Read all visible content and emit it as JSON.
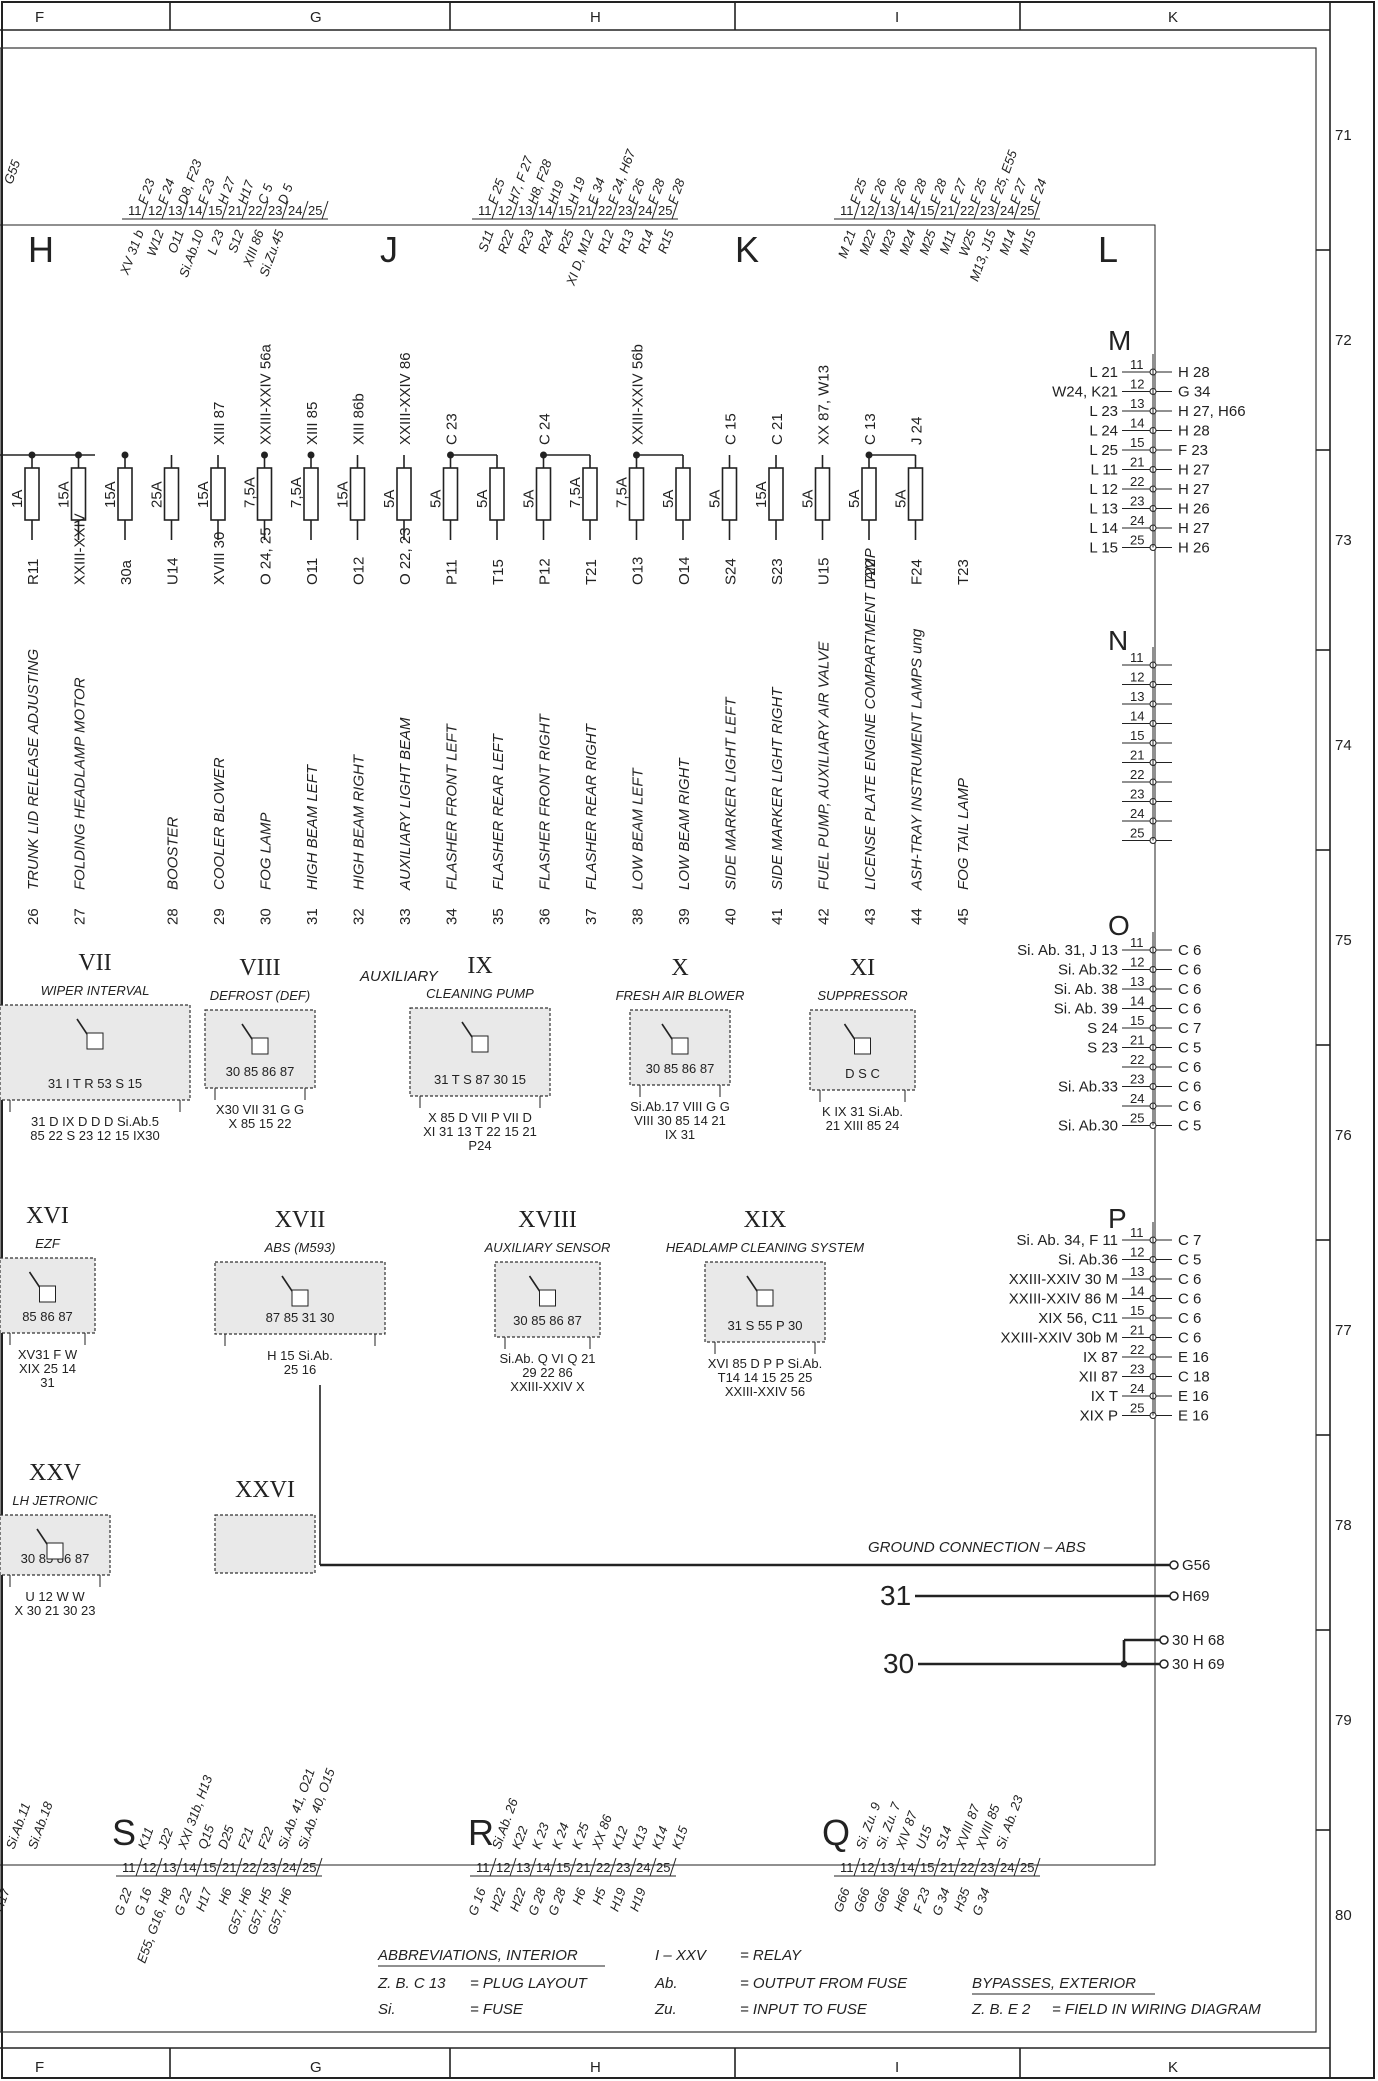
{
  "grid": {
    "columns": [
      "F",
      "G",
      "H",
      "I",
      "K"
    ],
    "rows": [
      "71",
      "72",
      "73",
      "74",
      "75",
      "76",
      "77",
      "78",
      "79",
      "80"
    ]
  },
  "plug_letters": {
    "H": "H",
    "J": "J",
    "K": "K",
    "L": "L",
    "M": "M",
    "N": "N",
    "O": "O",
    "P": "P",
    "S": "S",
    "R": "R",
    "Q": "Q"
  },
  "top_wires": {
    "H_group": [
      "F 23",
      "F 24",
      "D8, F23",
      "F 23",
      "H 27",
      "H17",
      "C 5",
      "D 5"
    ],
    "K_group": [
      "F 25",
      "H7, F 27",
      "H8, F28",
      "H19",
      "H 19",
      "E 34",
      "F 24, H67",
      "F 26",
      "F 28",
      "F 28"
    ],
    "L_group": [
      "F 25",
      "F 26",
      "F 26",
      "F 28",
      "F 28",
      "F 27",
      "F 25",
      "F 25, E55",
      "F 27",
      "F 24"
    ],
    "G55": "G55",
    "H_sub": [
      "XV 31 b",
      "W12",
      "O11",
      "Si.Ab.10",
      "L 23",
      "S12",
      "XIII 86",
      "Si.Zu.45"
    ],
    "K_sub": [
      "S11",
      "R22",
      "R23",
      "R24",
      "R25",
      "XI D, M12",
      "R12",
      "R13",
      "R14",
      "R15"
    ],
    "L_sub": [
      "M 21",
      "M22",
      "M23",
      "M24",
      "M25",
      "M11",
      "W25",
      "M13, J15",
      "M14",
      "M15"
    ],
    "pin_numbers": [
      "11",
      "12",
      "13",
      "14",
      "15",
      "21",
      "22",
      "23",
      "24",
      "25"
    ]
  },
  "fuses": [
    {
      "rating": "1A",
      "top": "",
      "bottom": "R11",
      "no": "26",
      "desc": "TRUNK LID RELEASE ADJUSTING"
    },
    {
      "rating": "15A",
      "top": "",
      "bottom": "XXIII-XXIV",
      "no": "27",
      "desc": "FOLDING HEADLAMP MOTOR"
    },
    {
      "rating": "15A",
      "top": "",
      "bottom": "30a",
      "no": "",
      "desc": ""
    },
    {
      "rating": "25A",
      "top": "",
      "bottom": "U14",
      "no": "28",
      "desc": "BOOSTER"
    },
    {
      "rating": "15A",
      "top": "XIII 87",
      "bottom": "XVIII 30",
      "no": "29",
      "desc": "COOLER BLOWER"
    },
    {
      "rating": "7,5A",
      "top": "XXIII-XXIV 56a",
      "bottom": "O 24, 25",
      "no": "30",
      "desc": "FOG LAMP"
    },
    {
      "rating": "7,5A",
      "top": "XIII 85",
      "bottom": "O11",
      "no": "31",
      "desc": "HIGH BEAM LEFT"
    },
    {
      "rating": "15A",
      "top": "XIII 86b",
      "bottom": "O12",
      "no": "32",
      "desc": "HIGH BEAM RIGHT"
    },
    {
      "rating": "5A",
      "top": "XXIII-XXIV 86",
      "bottom": "O 22, 23",
      "no": "33",
      "desc": "AUXILIARY LIGHT BEAM"
    },
    {
      "rating": "5A",
      "top": "C 23",
      "bottom": "P11",
      "no": "34",
      "desc": "FLASHER FRONT LEFT"
    },
    {
      "rating": "5A",
      "top": "",
      "bottom": "T15",
      "no": "35",
      "desc": "FLASHER REAR LEFT"
    },
    {
      "rating": "5A",
      "top": "C 24",
      "bottom": "P12",
      "no": "36",
      "desc": "FLASHER FRONT RIGHT"
    },
    {
      "rating": "7,5A",
      "top": "",
      "bottom": "T21",
      "no": "37",
      "desc": "FLASHER REAR RIGHT"
    },
    {
      "rating": "7,5A",
      "top": "XXIII-XXIV 56b",
      "bottom": "O13",
      "no": "38",
      "desc": "LOW BEAM LEFT"
    },
    {
      "rating": "5A",
      "top": "",
      "bottom": "O14",
      "no": "39",
      "desc": "LOW BEAM RIGHT"
    },
    {
      "rating": "5A",
      "top": "C 15",
      "bottom": "S24",
      "no": "40",
      "desc": "SIDE MARKER LIGHT LEFT"
    },
    {
      "rating": "15A",
      "top": "C 21",
      "bottom": "S23",
      "no": "41",
      "desc": "SIDE MARKER LIGHT RIGHT"
    },
    {
      "rating": "5A",
      "top": "XX 87, W13",
      "bottom": "U15",
      "no": "42",
      "desc": "FUEL PUMP, AUXILIARY AIR VALVE"
    },
    {
      "rating": "5A",
      "top": "C 13",
      "bottom": "T22",
      "no": "43",
      "desc": "LICENSE PLATE ENGINE COMPARTMENT LAMP"
    },
    {
      "rating": "5A",
      "top": "J 24",
      "bottom": "F24",
      "no": "44",
      "desc": "ASH-TRAY INSTRUMENT LAMPS ung"
    },
    {
      "rating": "",
      "top": "",
      "bottom": "T23",
      "no": "45",
      "desc": "FOG TAIL LAMP"
    }
  ],
  "relays": [
    {
      "num": "VII",
      "title": "WIPER INTERVAL",
      "pins": "31 I T R 53 S 15",
      "wires": "31  D IX D D D Si.Ab.5 / 85 22 S 23 12 15 IX30"
    },
    {
      "num": "VIII",
      "title": "DEFROST (DEF)",
      "pins": "30 85 86 87",
      "wires": "X30 VII 31 G G / X 85 15 22"
    },
    {
      "num": "IX",
      "title": "CLEANING PUMP",
      "pre": "AUXILIARY",
      "pins": "31 T S 87 30 15",
      "wires": "X 85 D VII P VII D / XI 31 13 T 22 15 21 / P24"
    },
    {
      "num": "X",
      "title": "FRESH AIR BLOWER",
      "pins": "30 85 86 87",
      "wires": "Si.Ab.17 VIII G G / VIII 30 85 14 21 / IX 31"
    },
    {
      "num": "XI",
      "title": "SUPPRESSOR",
      "pins": "D S C",
      "wires": "K IX 31 Si.Ab. / 21 XIII 85 24"
    },
    {
      "num": "XVI",
      "title": "EZF",
      "pins": "85 86 87",
      "wires": "XV31 F W / XIX 25 14 / 31"
    },
    {
      "num": "XVII",
      "title": "ABS (M593)",
      "pins": "87 85 31 30",
      "wires": "H 15 Si.Ab. / 25 16"
    },
    {
      "num": "XVIII",
      "title": "AUXILIARY SENSOR",
      "pins": "30 85 86 87",
      "wires": "Si.Ab. Q VI Q 21 / 29 22 86 / XXIII-XXIV X"
    },
    {
      "num": "XIX",
      "title": "HEADLAMP CLEANING SYSTEM",
      "pins": "31 S 55 P 30",
      "wires": "XVI 85 D P P Si.Ab. / T14 14 15 25 25 / XXIII-XXIV 56"
    },
    {
      "num": "XXV",
      "title": "LH JETRONIC",
      "pins": "30 85 86 87",
      "wires": "U 12 W W / X 30 21 30 23"
    },
    {
      "num": "XXVI",
      "title": "",
      "pins": "",
      "wires": ""
    }
  ],
  "right_M": [
    {
      "left": "L 21",
      "pin": "11",
      "right": "H 28"
    },
    {
      "left": "W24, K21",
      "pin": "12",
      "right": "G 34"
    },
    {
      "left": "L 23",
      "pin": "13",
      "right": "H 27, H66"
    },
    {
      "left": "L 24",
      "pin": "14",
      "right": "H 28"
    },
    {
      "left": "L 25",
      "pin": "15",
      "right": "F 23"
    },
    {
      "left": "L 11",
      "pin": "21",
      "right": "H 27"
    },
    {
      "left": "L 12",
      "pin": "22",
      "right": "H 27"
    },
    {
      "left": "L 13",
      "pin": "23",
      "right": "H 26"
    },
    {
      "left": "L 14",
      "pin": "24",
      "right": "H 27"
    },
    {
      "left": "L 15",
      "pin": "25",
      "right": "H 26"
    }
  ],
  "right_N": [
    "11",
    "12",
    "13",
    "14",
    "15",
    "21",
    "22",
    "23",
    "24",
    "25"
  ],
  "right_O": [
    {
      "left": "Si. Ab. 31, J 13",
      "pin": "11",
      "right": "C 6"
    },
    {
      "left": "Si. Ab.32",
      "pin": "12",
      "right": "C 6"
    },
    {
      "left": "Si. Ab. 38",
      "pin": "13",
      "right": "C 6"
    },
    {
      "left": "Si. Ab. 39",
      "pin": "14",
      "right": "C 6"
    },
    {
      "left": "S 24",
      "pin": "15",
      "right": "C 7"
    },
    {
      "left": "S 23",
      "pin": "21",
      "right": "C 5"
    },
    {
      "left": "",
      "pin": "22",
      "right": "C 6"
    },
    {
      "left": "Si. Ab.33",
      "pin": "23",
      "right": "C 6"
    },
    {
      "left": "",
      "pin": "24",
      "right": "C 6"
    },
    {
      "left": "Si. Ab.30",
      "pin": "25",
      "right": "C 5"
    }
  ],
  "right_P": [
    {
      "left": "Si. Ab. 34, F 11",
      "pin": "11",
      "right": "C 7"
    },
    {
      "left": "Si. Ab.36",
      "pin": "12",
      "right": "C 5"
    },
    {
      "left": "XXIII-XXIV 30 M",
      "pin": "13",
      "right": "C 6"
    },
    {
      "left": "XXIII-XXIV 86 M",
      "pin": "14",
      "right": "C 6"
    },
    {
      "left": "XIX 56, C11",
      "pin": "15",
      "right": "C 6"
    },
    {
      "left": "XXIII-XXIV 30b M",
      "pin": "21",
      "right": "C 6"
    },
    {
      "left": "IX 87",
      "pin": "22",
      "right": "E 16"
    },
    {
      "left": "XII 87",
      "pin": "23",
      "right": "C 18"
    },
    {
      "left": "IX T",
      "pin": "24",
      "right": "E 16"
    },
    {
      "left": "XIX P",
      "pin": "25",
      "right": "E 16"
    }
  ],
  "ground": {
    "label": "GROUND CONNECTION – ABS",
    "g56": "G56",
    "h69": "H69",
    "n31": "31",
    "n30": "30",
    "h68b": "30 H 68",
    "h69b": "30 H 69"
  },
  "bottom": {
    "left_sub": [
      "Si.Ab.11",
      "Si.Ab.18"
    ],
    "S_top": [
      "K11",
      "J22",
      "XXI 31b, H13",
      "Q15",
      "D25",
      "F21",
      "F22",
      "Si.Ab. 41, O21",
      "Si.Ab. 40, O15"
    ],
    "S_bot": [
      "G 22",
      "G 16",
      "E55, G16, H8",
      "G 22",
      "H17",
      "H6",
      "G57, H6",
      "G57, H5",
      "G57, H6"
    ],
    "R_top": [
      "Si.Ab. 26",
      "K22",
      "K 23",
      "K 24",
      "K 25",
      "XX 86",
      "K12",
      "K13",
      "K14",
      "K15"
    ],
    "R_bot": [
      "G 16",
      "H22",
      "H22",
      "G 28",
      "G 28",
      "H6",
      "H5",
      "H19",
      "H19"
    ],
    "Q_top": [
      "Si. Zu. 9",
      "Si. Zu. 7",
      "XIV 87",
      "U15",
      "S14",
      "XVIII 87",
      "XVIII 85",
      "Si. Ab. 23"
    ],
    "Q_bot": [
      "G66",
      "G66",
      "G66",
      "H66",
      "F 23",
      "G 34",
      "H35",
      "G 34"
    ],
    "H17": "H17"
  },
  "legend": {
    "abbr_title": "ABBREVIATIONS, INTERIOR",
    "rows": [
      {
        "k": "Z. B. C 13",
        "v": "= PLUG LAYOUT"
      },
      {
        "k": "Si.",
        "v": "= FUSE"
      }
    ],
    "mid": [
      {
        "k": "I – XXV",
        "v": "= RELAY"
      },
      {
        "k": "Ab.",
        "v": "= OUTPUT FROM FUSE"
      },
      {
        "k": "Zu.",
        "v": "= INPUT TO FUSE"
      }
    ],
    "bypass_title": "BYPASSES, EXTERIOR",
    "bypass": {
      "k": "Z. B. E 2",
      "v": "= FIELD IN WIRING DIAGRAM"
    }
  }
}
